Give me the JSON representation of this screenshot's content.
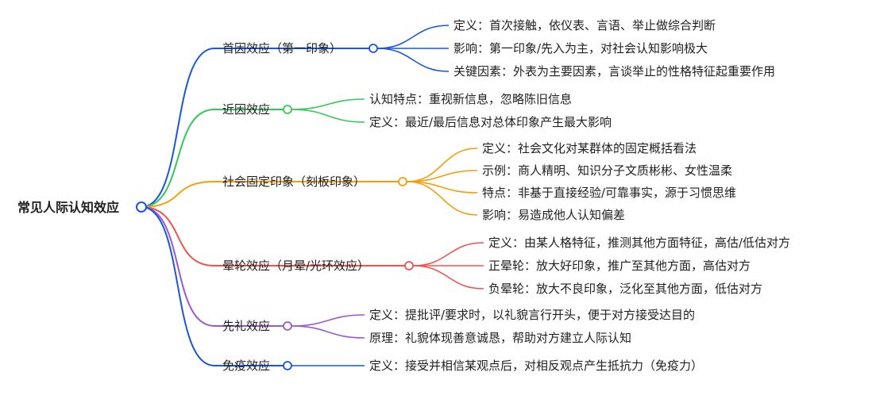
{
  "root": {
    "label": "常见人际认知效应",
    "color": "#1a56db"
  },
  "branches": [
    {
      "label": "首因效应（第一印象）",
      "color": "#1a56db",
      "children": [
        "定义：首次接触，依仪表、言语、举止做综合判断",
        "影响：第一印象/先入为主，对社会认知影响极大",
        "关键因素：外表为主要因素，言谈举止的性格特征起重要作用"
      ]
    },
    {
      "label": "近因效应",
      "color": "#34c759",
      "children": [
        "认知特点：重视新信息，忽略陈旧信息",
        "定义：最近/最后信息对总体印象产生最大影响"
      ]
    },
    {
      "label": "社会固定印象（刻板印象）",
      "color": "#f59e0b",
      "children": [
        "定义：社会文化对某群体的固定概括看法",
        "示例：商人精明、知识分子文质彬彬、女性温柔",
        "特点：非基于直接经验/可靠事实，源于习惯思维",
        "影响：易造成他人认知偏差"
      ]
    },
    {
      "label": "晕轮效应（月晕/光环效应）",
      "color": "#ef5350",
      "children": [
        "定义：由某人格特征，推测其他方面特征，高估/低估对方",
        "正晕轮：放大好印象，推广至其他方面，高估对方",
        "负晕轮：放大不良印象，泛化至其他方面，低估对方"
      ]
    },
    {
      "label": "先礼效应",
      "color": "#9b59d0",
      "children": [
        "定义：提批评/要求时，以礼貌言行开头，便于对方接受达目的",
        "原理：礼貌体现善意诚恳，帮助对方建立人际认知"
      ]
    },
    {
      "label": "免疫效应",
      "color": "#1a56db",
      "children": [
        "定义：接受并相信某观点后，对相反观点产生抵抗力（免疫力）"
      ]
    }
  ]
}
